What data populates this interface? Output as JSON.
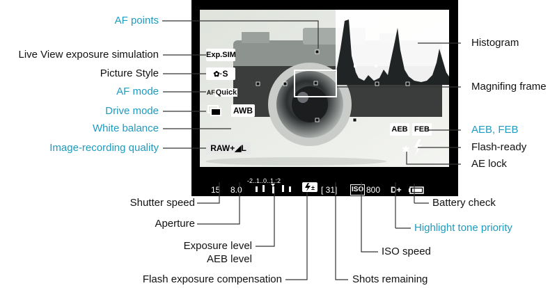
{
  "labels_left": {
    "af_points": "AF points",
    "exposure_simulation": "Live View exposure simulation",
    "picture_style": "Picture Style",
    "af_mode": "AF mode",
    "drive_mode": "Drive mode",
    "white_balance": "White balance",
    "image_quality": "Image-recording quality"
  },
  "labels_right": {
    "histogram": "Histogram",
    "magnifying_frame": "Magnifing frame",
    "aeb_feb": "AEB, FEB",
    "flash_ready": "Flash-ready",
    "ae_lock": "AE lock",
    "battery_check": "Battery check",
    "highlight_tone": "Highlight tone priority"
  },
  "labels_bottom": {
    "shutter_speed": "Shutter speed",
    "aperture": "Aperture",
    "exposure_level": "Exposure level",
    "aeb_level": "AEB level",
    "flash_comp": "Flash exposure compensation",
    "iso_speed": "ISO speed",
    "shots_remaining": "Shots remaining"
  },
  "screen": {
    "icon_exp_sim": "Exp.SIM",
    "icon_picture_style": "S",
    "icon_af_mode_prefix": "AF",
    "icon_af_mode": "Quick",
    "icon_wb": "AWB",
    "icon_quality": "RAW+",
    "icon_quality_size": "L",
    "icon_aeb": "AEB",
    "icon_feb": "FEB",
    "status": {
      "shutter": "15",
      "aperture": "8.0",
      "scale": "-2..1..0..1.:2",
      "shots": "[ 31]",
      "iso_icon": "ISO",
      "iso": "800",
      "d_plus": "D+"
    }
  },
  "colors": {
    "blue_label": "#1e9bc0",
    "black_label": "#111111",
    "leader_line": "#333333",
    "screen_bg": "#000000"
  }
}
